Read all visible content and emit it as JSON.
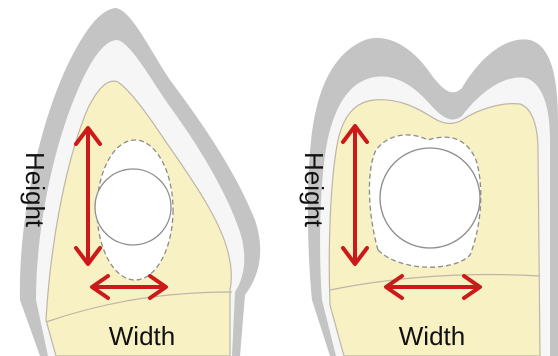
{
  "panels": [
    {
      "height_label": "Height",
      "width_label": "Width"
    },
    {
      "height_label": "Height",
      "width_label": "Width"
    }
  ],
  "colors": {
    "enamel_outer": "#c4c4c4",
    "enamel_inner": "#f6f6f6",
    "dentin": "#f8f1c4",
    "dentin_edge": "#bdb6a6",
    "pulp_dash": "#8c8c8c",
    "pulp_fill": "#ffffff",
    "arrow": "#cc1a1a",
    "text": "#111111"
  }
}
